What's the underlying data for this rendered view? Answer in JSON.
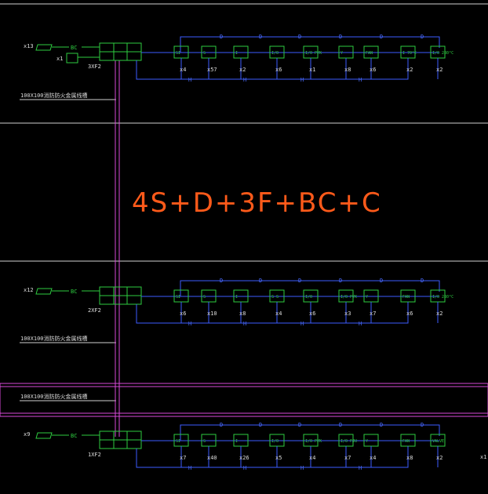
{
  "title": "4S+D+3F+BC+C",
  "tray_label": "100X100消防防火金属线槽",
  "bc_label": "BC",
  "wire_letter_d": "D",
  "wire_letter_h": "H",
  "floors": [
    {
      "top_count": "x13",
      "phone_count": "x1",
      "panel": "3XF2",
      "devices": [
        {
          "sym": "SI",
          "count": "x4"
        },
        {
          "sym": "S",
          "count": "x57"
        },
        {
          "sym": "I",
          "count": "x2"
        },
        {
          "sym": "I/O",
          "count": "x6"
        },
        {
          "sym": "I/O PYK",
          "count": "x1"
        },
        {
          "sym": "Y",
          "count": "x8"
        },
        {
          "sym": "FAN",
          "count": "x6"
        },
        {
          "sym": "I 70°C",
          "count": "x2"
        },
        {
          "sym": "I/O 280°C",
          "count": "x2"
        }
      ]
    },
    {
      "top_count": "x12",
      "phone_count": "",
      "panel": "2XF2",
      "devices": [
        {
          "sym": "SI",
          "count": "x6"
        },
        {
          "sym": "S",
          "count": "x10"
        },
        {
          "sym": "I",
          "count": "x8"
        },
        {
          "sym": "S S",
          "count": "x4"
        },
        {
          "sym": "I/O",
          "count": "x6"
        },
        {
          "sym": "I/O PYK",
          "count": "x3"
        },
        {
          "sym": "Y",
          "count": "x7"
        },
        {
          "sym": "FAN",
          "count": "x6"
        },
        {
          "sym": "I/O 280°C",
          "count": "x2"
        }
      ]
    },
    {
      "top_count": "x9",
      "phone_count": "",
      "panel": "1XF2",
      "devices": [
        {
          "sym": "SI",
          "count": "x7"
        },
        {
          "sym": "S",
          "count": "x40"
        },
        {
          "sym": "I",
          "count": "x26"
        },
        {
          "sym": "I/O",
          "count": "x5"
        },
        {
          "sym": "I/O PYK",
          "count": "x4"
        },
        {
          "sym": "I/O FJU",
          "count": "x7"
        },
        {
          "sym": "Y",
          "count": "x4"
        },
        {
          "sym": "FAN",
          "count": "x8"
        },
        {
          "sym": "VALVE",
          "count": "x2"
        }
      ]
    }
  ],
  "extra_count": "x1"
}
